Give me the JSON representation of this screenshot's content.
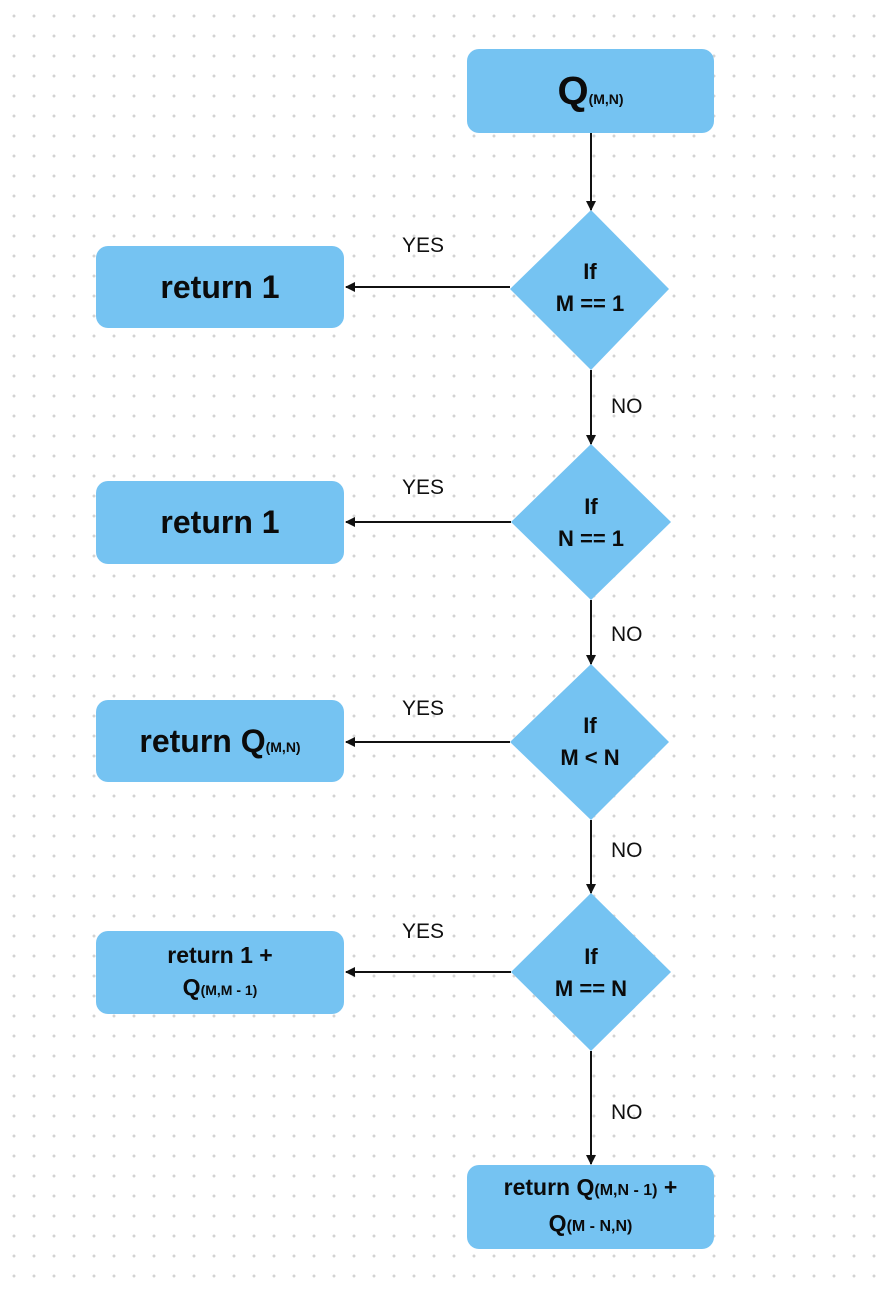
{
  "colors": {
    "node_fill": "#75c3f2",
    "edge": "#111111",
    "background": "#ffffff",
    "grid_dot": "#d2d2d2"
  },
  "start": {
    "main": "Q",
    "sub": "(M,N)"
  },
  "decisions": [
    {
      "if_label": "If",
      "condition": "M == 1"
    },
    {
      "if_label": "If",
      "condition": "N == 1"
    },
    {
      "if_label": "If",
      "condition": "M < N"
    },
    {
      "if_label": "If",
      "condition": "M == N"
    }
  ],
  "results": [
    {
      "text": "return 1"
    },
    {
      "text": "return 1"
    },
    {
      "main": "return Q",
      "sub": "(M,N)"
    },
    {
      "line1": "return 1 +",
      "main": "Q",
      "sub": "(M,M - 1)"
    }
  ],
  "final": {
    "main1": "return Q",
    "sub1": "(M,N - 1)",
    "plus": " +",
    "main2": "Q",
    "sub2": "(M - N,N)"
  },
  "edge_labels": {
    "yes": "YES",
    "no": "NO"
  }
}
